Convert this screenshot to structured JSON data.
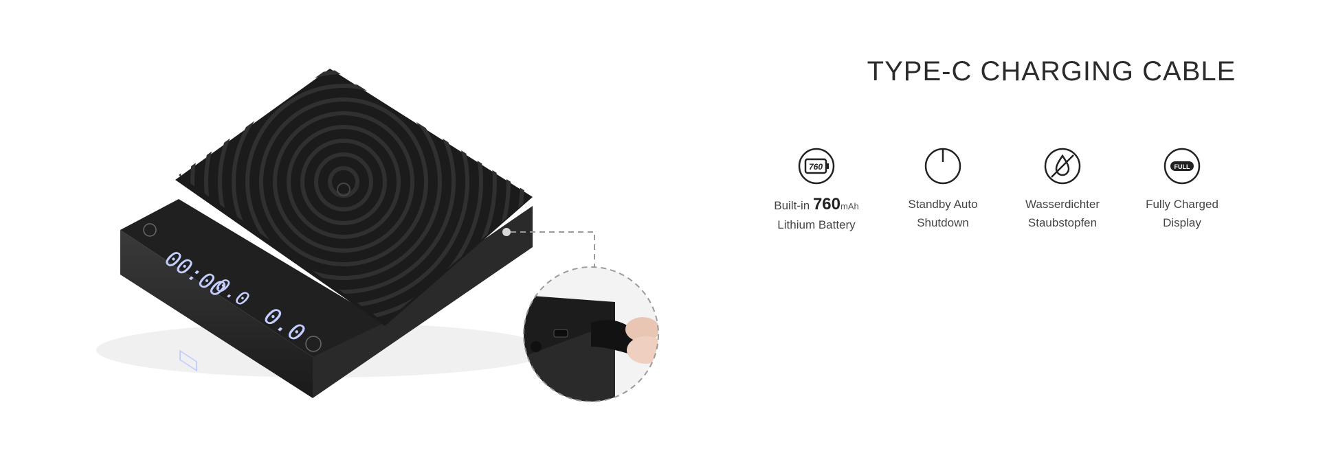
{
  "heading": "TYPE-C CHARGING CABLE",
  "scale_display": {
    "timer": "00:00",
    "weight_small": "0.0",
    "weight_large": "0.0"
  },
  "features": [
    {
      "icon": "battery-icon",
      "icon_text": "760",
      "line1_prefix": "Built-in ",
      "line1_value": "760",
      "line1_unit": "mAh",
      "line2": "Lithium Battery"
    },
    {
      "icon": "power-icon",
      "line1": "Standby Auto",
      "line2": "Shutdown"
    },
    {
      "icon": "no-water-icon",
      "line1": "Wasserdichter",
      "line2": "Staubstopfen"
    },
    {
      "icon": "full-battery-icon",
      "icon_text": "FULL",
      "line1": "Fully Charged",
      "line2": "Display"
    }
  ],
  "colors": {
    "scale_body": "#1d1d1d",
    "display_glow": "#b9c6ff",
    "text": "#444444"
  }
}
